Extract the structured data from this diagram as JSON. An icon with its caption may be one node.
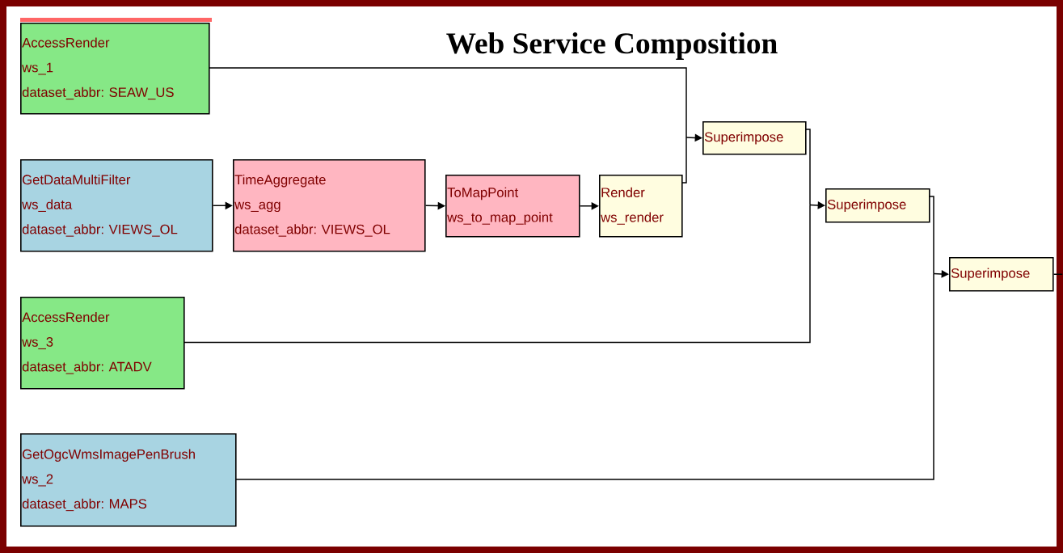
{
  "diagram": {
    "title": "Web Service Composition",
    "nodes": [
      {
        "text": [
          "AccessRender",
          "ws_1",
          "dataset_abbr: SEAW_US"
        ]
      },
      {
        "text": [
          "GetDataMultiFilter",
          "ws_data",
          "dataset_abbr: VIEWS_OL"
        ]
      },
      {
        "text": [
          "TimeAggregate",
          "ws_agg",
          "dataset_abbr: VIEWS_OL"
        ]
      },
      {
        "text": [
          "ToMapPoint",
          "ws_to_map_point"
        ]
      },
      {
        "text": [
          "Render",
          "ws_render"
        ]
      },
      {
        "text": [
          "Superimpose"
        ]
      },
      {
        "text": [
          "Superimpose"
        ]
      },
      {
        "text": [
          "Superimpose"
        ]
      },
      {
        "text": [
          "AccessRender",
          "ws_3",
          "dataset_abbr: ATADV"
        ]
      },
      {
        "text": [
          "GetOgcWmsImagePenBrush",
          "ws_2",
          "dataset_abbr: MAPS"
        ]
      }
    ],
    "edges": [
      {
        "from": 1,
        "to": 2,
        "arrow": "to"
      },
      {
        "from": 2,
        "to": 3,
        "arrow": "to"
      },
      {
        "from": 3,
        "to": 4,
        "arrow": "to"
      },
      {
        "from": 0,
        "to": 5,
        "arrow": "to"
      },
      {
        "from": 4,
        "to": 5,
        "arrow": "to"
      },
      {
        "from": 5,
        "to": 6,
        "arrow": "to"
      },
      {
        "from": 8,
        "to": 6,
        "arrow": "to"
      },
      {
        "from": 6,
        "to": 7,
        "arrow": "to"
      },
      {
        "from": 9,
        "to": 7,
        "arrow": "to"
      },
      {
        "from": 7,
        "to": null,
        "arrow": "none"
      }
    ]
  }
}
